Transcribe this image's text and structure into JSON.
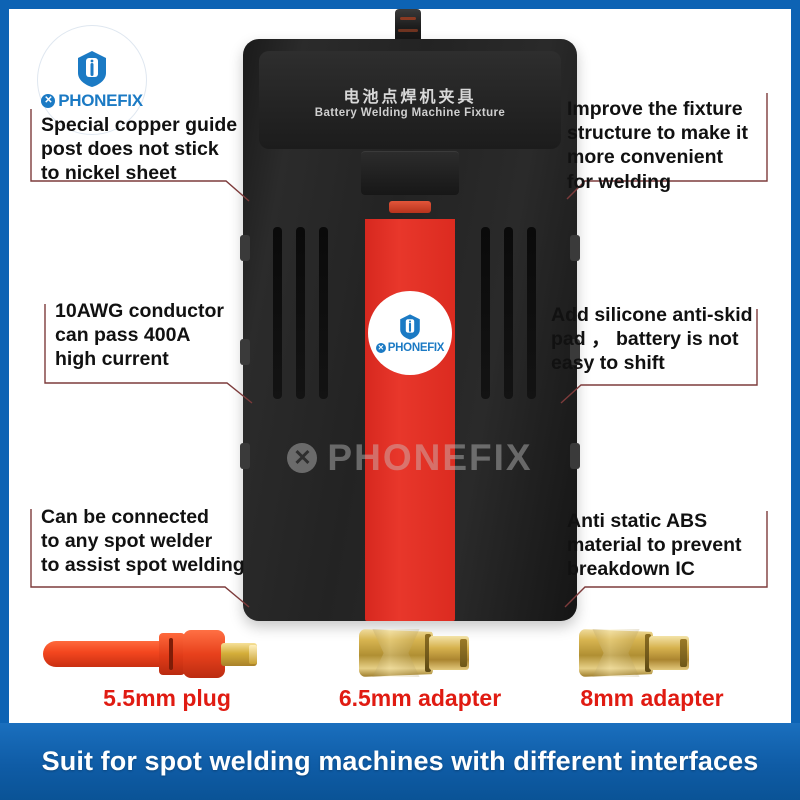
{
  "brand": {
    "name": "PHONEFIX",
    "x_glyph": "✕",
    "mark_icon": "phonefix-wrench-phone-logo",
    "accent_color": "#1b7ac4"
  },
  "device": {
    "title_cn": "电池点焊机夹具",
    "title_en": "Battery Welding Machine Fixture",
    "body_color": "#232323",
    "stripe_color": "#dc2b20",
    "led_color": "#d43a22",
    "watermark": "PHONEFIX"
  },
  "callouts": [
    {
      "id": "copper-guide-post",
      "side": "left",
      "text": "Special copper guide\npost does not stick\nto nickel sheet"
    },
    {
      "id": "improve-fixture-structure",
      "side": "right",
      "text": "Improve the fixture\nstructure to make it\nmore convenient\nfor welding"
    },
    {
      "id": "conductor-current",
      "side": "left",
      "text": "10AWG conductor\ncan pass 400A\nhigh current"
    },
    {
      "id": "silicone-anti-skid-pad",
      "side": "right",
      "text": "Add silicone anti-skid\npad ， battery is not\neasy to shift"
    },
    {
      "id": "connect-any-spot-welder",
      "side": "left",
      "text": "Can be connected\nto any spot welder\nto assist spot welding"
    },
    {
      "id": "anti-static-abs",
      "side": "right",
      "text": "Anti static ABS\nmaterial to prevent\nbreakdown IC"
    }
  ],
  "accessories": [
    {
      "id": "plug-55mm",
      "label": "5.5mm plug",
      "color": "#e8411c"
    },
    {
      "id": "adapter-65mm",
      "label": "6.5mm adapter",
      "color": "#d6b24e"
    },
    {
      "id": "adapter-8mm",
      "label": "8mm adapter",
      "color": "#d6b24e"
    }
  ],
  "accessory_label_color": "#e01b12",
  "banner": {
    "text": "Suit for spot welding machines with different interfaces",
    "background_color": "#0f5ca6"
  },
  "frame": {
    "border_color": "#0d63b4"
  }
}
